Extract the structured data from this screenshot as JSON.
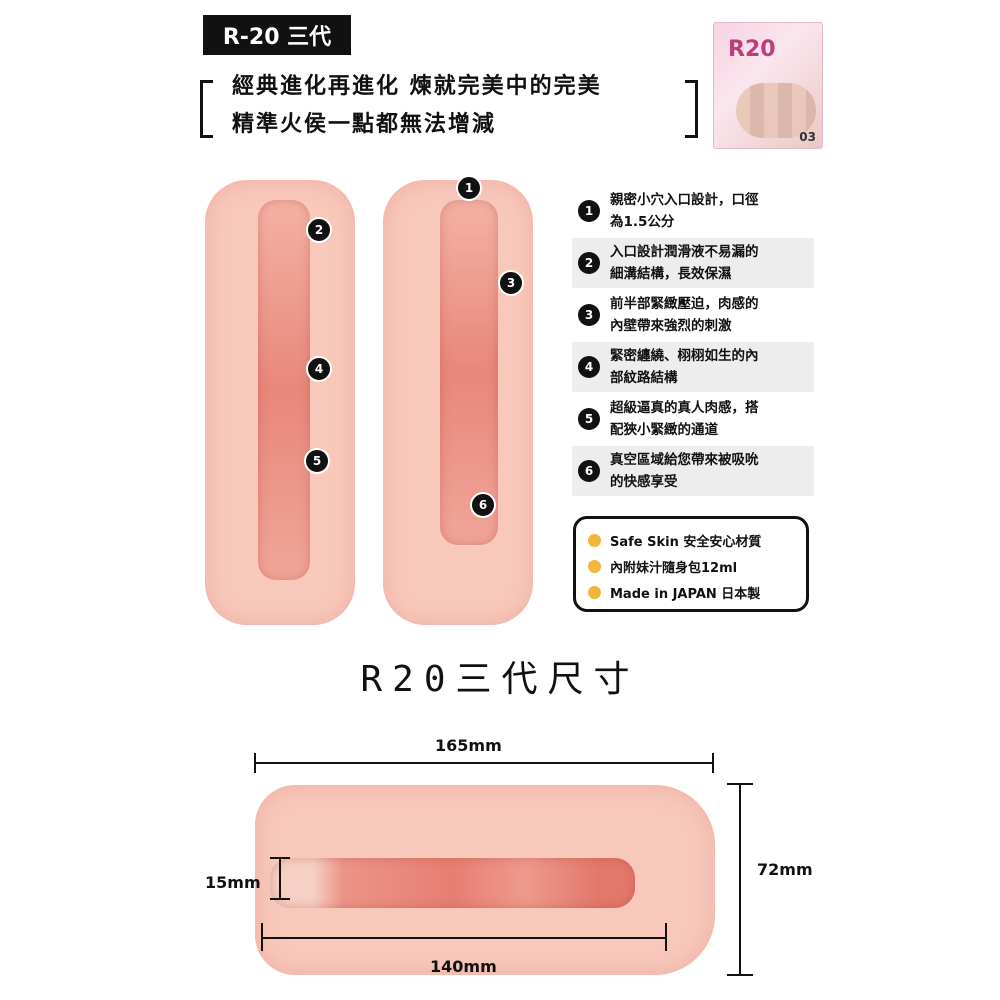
{
  "header": {
    "badge": "R-20 三代",
    "tagline_line1": "經典進化再進化 煉就完美中的完美",
    "tagline_line2": "精準火侯一點都無法增減"
  },
  "package": {
    "logo": "R20",
    "number": "03"
  },
  "diagram_markers": {
    "left": [
      "2",
      "4",
      "5"
    ],
    "right": [
      "1",
      "3",
      "6"
    ]
  },
  "features": [
    {
      "num": "1",
      "line1": "親密小穴入口設計，口徑",
      "line2": "為1.5公分"
    },
    {
      "num": "2",
      "line1": "入口設計潤滑液不易漏的",
      "line2": "細溝結構，長效保濕"
    },
    {
      "num": "3",
      "line1": "前半部緊緻壓迫，肉感的",
      "line2": "內壁帶來強烈的刺激"
    },
    {
      "num": "4",
      "line1": "緊密纏繞、栩栩如生的內",
      "line2": "部紋路結構"
    },
    {
      "num": "5",
      "line1": "超級逼真的真人肉感，搭",
      "line2": "配狹小緊緻的通道"
    },
    {
      "num": "6",
      "line1": "真空區域給您帶來被吸吮",
      "line2": "的快感享受"
    }
  ],
  "specs": [
    {
      "label": "Safe Skin 安全安心材質",
      "color": "#f2b63a"
    },
    {
      "label": "內附妹汁隨身包12ml",
      "color": "#f2b63a"
    },
    {
      "label": "Made in JAPAN 日本製",
      "color": "#f2b63a"
    }
  ],
  "dimensions": {
    "title": "R20三代尺寸",
    "total_length": "165mm",
    "inner_length": "140mm",
    "opening": "15mm",
    "height": "72mm"
  }
}
